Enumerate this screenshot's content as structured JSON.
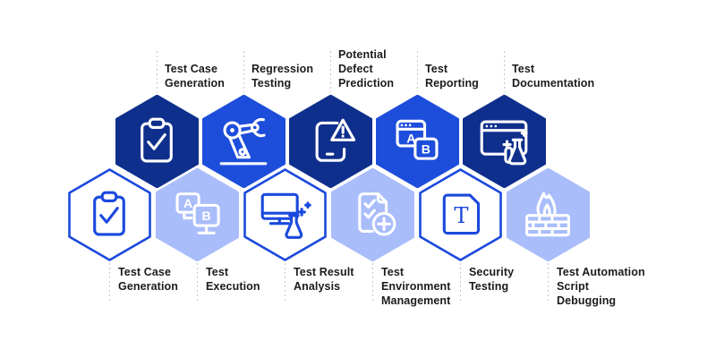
{
  "palette": {
    "navy": "#0e2f8c",
    "bright_blue": "#1d4ddb",
    "light_blue": "#a9bdfa",
    "outline_blue": "#1a49dd",
    "icon_on_dark": "#ffffff",
    "label_color": "#1b1b1d",
    "dotted_line_color": "#c2c5cb",
    "background": "#ffffff"
  },
  "top_row": [
    {
      "label": "Test Case\nGeneration",
      "icon": "clipboard-check",
      "variant": "navy"
    },
    {
      "label": "Regression\nTesting",
      "icon": "robot-arm",
      "variant": "bright"
    },
    {
      "label": "Potential\nDefect\nPrediction",
      "icon": "tablet-warning",
      "variant": "navy"
    },
    {
      "label": "Test\nReporting",
      "icon": "browser-ab",
      "variant": "bright"
    },
    {
      "label": "Test\nDocumentation",
      "icon": "browser-flask",
      "variant": "navy"
    }
  ],
  "bottom_row": [
    {
      "label": "Test Case\nGeneration",
      "icon": "clipboard-check",
      "variant": "outline"
    },
    {
      "label": "Test\nExecution",
      "icon": "monitors-ab",
      "variant": "light"
    },
    {
      "label": "Test Result\nAnalysis",
      "icon": "monitor-flask",
      "variant": "outline"
    },
    {
      "label": "Test\nEnvironment\nManagement",
      "icon": "doc-check-plus",
      "variant": "light"
    },
    {
      "label": "Security\nTesting",
      "icon": "doc-letter-t",
      "variant": "outline"
    },
    {
      "label": "Test Automation\nScript\nDebugging",
      "icon": "fire-wall",
      "variant": "light"
    }
  ]
}
